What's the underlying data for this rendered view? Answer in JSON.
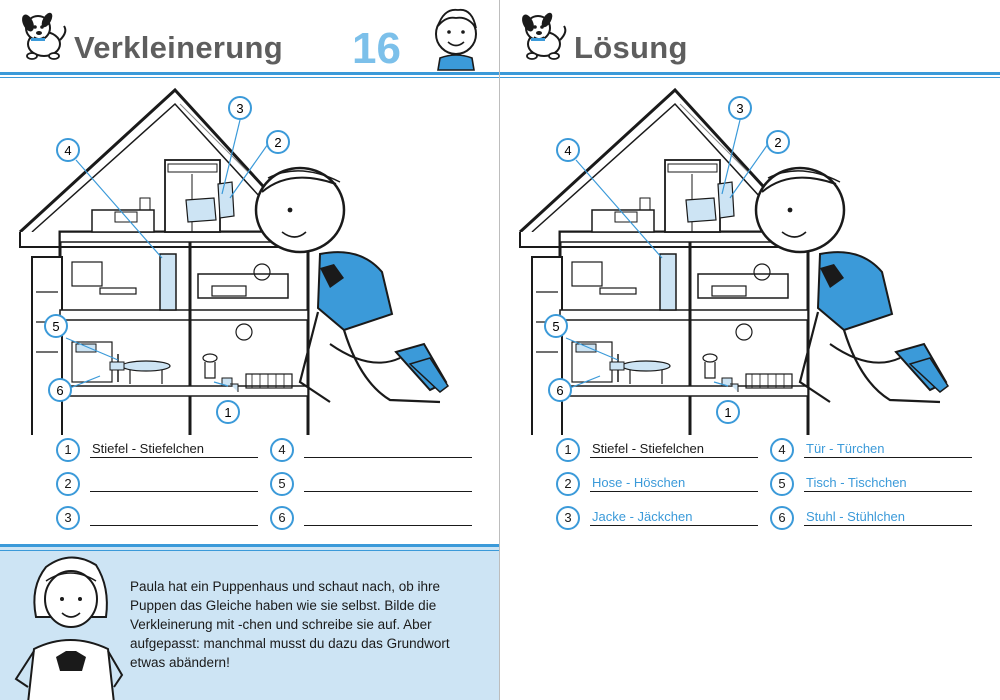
{
  "left_page": {
    "title": "Verkleinerung",
    "page_number": "16",
    "callouts": [
      "1",
      "2",
      "3",
      "4",
      "5",
      "6"
    ],
    "answers": [
      {
        "num": "1",
        "text": "Stiefel  -  Stiefelchen"
      },
      {
        "num": "2",
        "text": ""
      },
      {
        "num": "3",
        "text": ""
      },
      {
        "num": "4",
        "text": ""
      },
      {
        "num": "5",
        "text": ""
      },
      {
        "num": "6",
        "text": ""
      }
    ],
    "instruction": "Paula hat ein Puppenhaus und schaut nach, ob ihre Puppen das Gleiche haben wie sie selbst. Bilde die Verkleinerung mit -chen und schreibe sie auf. Aber aufgepasst: manchmal musst du dazu das Grundwort etwas abändern!"
  },
  "right_page": {
    "title": "Lösung",
    "callouts": [
      "1",
      "2",
      "3",
      "4",
      "5",
      "6"
    ],
    "answers": [
      {
        "num": "1",
        "text": "Stiefel  -  Stiefelchen"
      },
      {
        "num": "2",
        "text": "Hose  -  Höschen"
      },
      {
        "num": "3",
        "text": "Jacke  -  Jäckchen"
      },
      {
        "num": "4",
        "text": "Tür  -  Türchen"
      },
      {
        "num": "5",
        "text": "Tisch  -  Tischchen"
      },
      {
        "num": "6",
        "text": "Stuhl  -  Stühlchen"
      }
    ]
  },
  "colors": {
    "accent": "#3b9ad9",
    "page_number": "#7cc0ea",
    "title": "#5e5e5e",
    "panel": "#cde4f4"
  }
}
